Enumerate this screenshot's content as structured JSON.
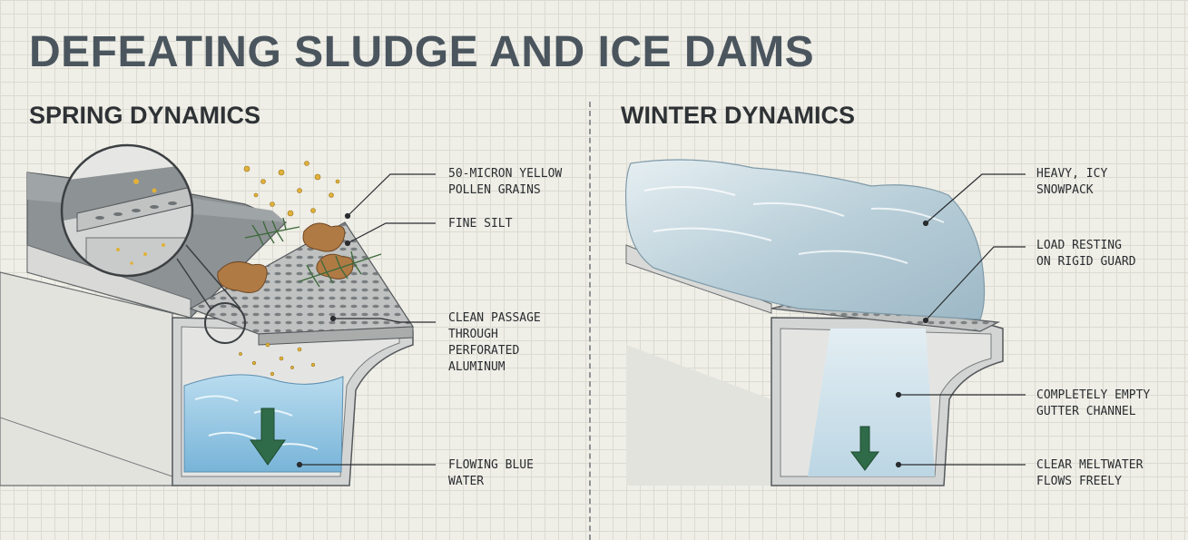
{
  "title": "DEFEATING SLUDGE AND ICE DAMS",
  "spring": {
    "heading": "SPRING DYNAMICS",
    "callouts": [
      "50-MICRON YELLOW\nPOLLEN GRAINS",
      "FINE SILT",
      "CLEAN PASSAGE\nTHROUGH\nPERFORATED\nALUMINUM",
      "FLOWING BLUE\nWATER"
    ]
  },
  "winter": {
    "heading": "WINTER DYNAMICS",
    "callouts": [
      "HEAVY, ICY\nSNOWPACK",
      "LOAD RESTING\nON RIGID GUARD",
      "COMPLETELY EMPTY\nGUTTER CHANNEL",
      "CLEAR MELTWATER\nFLOWS FREELY"
    ]
  },
  "colors": {
    "water": "#8fc4e0",
    "arrow": "#2f6b48",
    "metal": "#c9cbca",
    "roof": "#8a8f92",
    "leaf": "#b07a45",
    "pollen": "#e0b13a",
    "snow": "#c8dbe3"
  },
  "icons": [
    "down-arrow-icon",
    "magnifier-inset-icon",
    "leaf-icon",
    "pine-needle-icon"
  ]
}
